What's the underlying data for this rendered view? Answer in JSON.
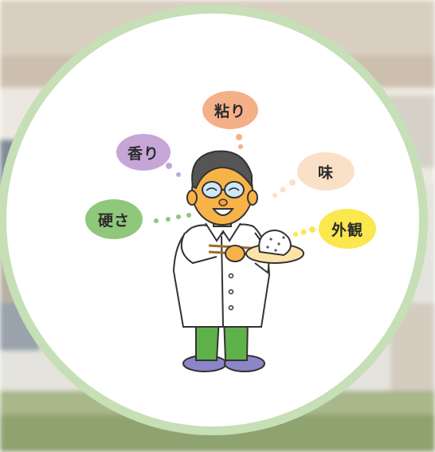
{
  "bubbles": {
    "nebari": "粘り",
    "kaori": "香り",
    "aji": "味",
    "katasa": "硬さ",
    "gaikan": "外観"
  },
  "colors": {
    "frame": "#c6dfb6",
    "nebari": "#f4b088",
    "kaori": "#c5a6d7",
    "aji": "#fbe0c8",
    "katasa": "#8fc77b",
    "gaikan": "#fbe74e",
    "pants": "#5fb24a",
    "shoes": "#8a86c8",
    "face": "#f8b348"
  }
}
